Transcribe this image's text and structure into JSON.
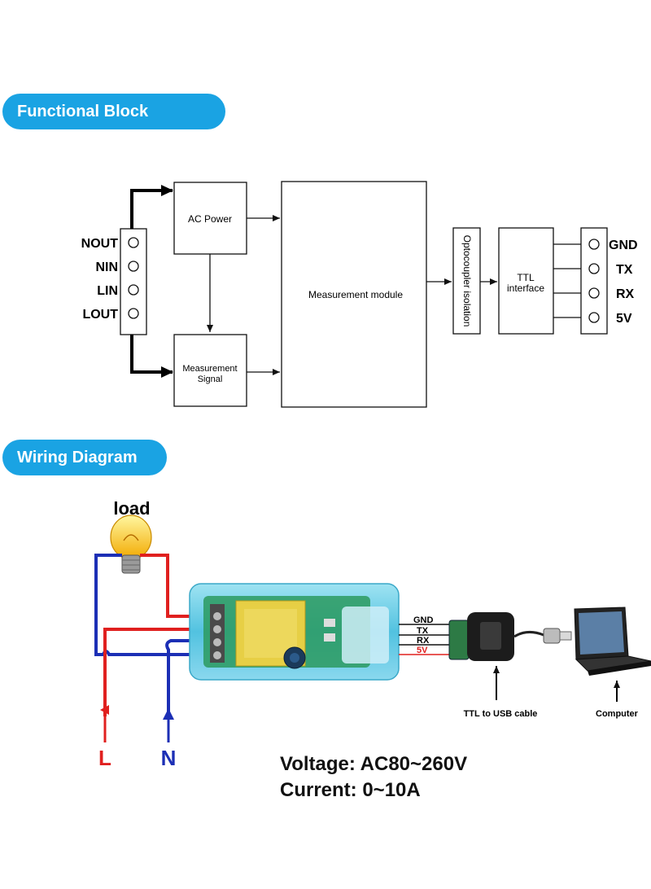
{
  "sections": {
    "block_title": "Functional Block Diagram",
    "wiring_title": "Wiring Diagram"
  },
  "block_diagram": {
    "input_terminals": [
      "NOUT",
      "NIN",
      "LIN",
      "LOUT"
    ],
    "ac_power": "AC Power",
    "measurement_signal": [
      "Measurement",
      "Signal"
    ],
    "measurement_module": "Measurement module",
    "optocoupler": "Optocoupler isolation",
    "ttl_interface": [
      "TTL",
      "interface"
    ],
    "output_terminals": [
      "GND",
      "TX",
      "RX",
      "5V"
    ]
  },
  "wiring": {
    "load_label": "load",
    "signal_labels": [
      "GND",
      "TX",
      "RX",
      "5V"
    ],
    "cable_label": "TTL to USB cable",
    "computer_label": "Computer",
    "line_label": "L",
    "neutral_label": "N"
  },
  "specs": {
    "voltage": "Voltage: AC80~260V",
    "current": "Current: 0~10A"
  },
  "colors": {
    "accent": "#1aa3e3",
    "live": "#e0201f",
    "neutral": "#1c2fb5"
  }
}
